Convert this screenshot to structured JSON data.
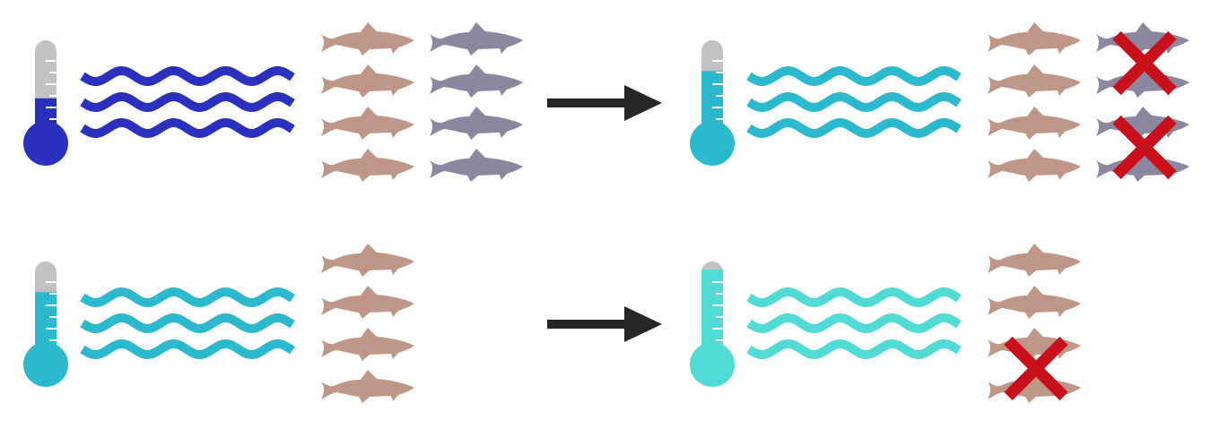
{
  "colors": {
    "background": "#ffffff",
    "thermo_empty": "#c2c2c2",
    "tick": "#ffffff",
    "arrow": "#262626",
    "x_mark": "#c8101b",
    "fish_species_a": "#c09786",
    "fish_species_b": "#8d86a0"
  },
  "icons": {
    "thermometer": "thermometer-icon",
    "water": "water-waves-icon",
    "fish": "fish-icon",
    "arrow": "arrow-right-icon",
    "cross": "red-x-mark"
  },
  "scenarios": [
    {
      "name": "two-species",
      "before": {
        "temperature_color": "#2a31bd",
        "temperature_level": 0.28,
        "water_color": "#2a31bd",
        "fish_columns": [
          {
            "species": "a",
            "count": 4,
            "crossed": []
          },
          {
            "species": "b",
            "count": 4,
            "crossed": []
          }
        ]
      },
      "after": {
        "temperature_color": "#2cb9cd",
        "temperature_level": 0.62,
        "water_color": "#2cb9cd",
        "fish_columns": [
          {
            "species": "a",
            "count": 4,
            "crossed": []
          },
          {
            "species": "b",
            "count": 4,
            "crossed": [
              [
                0,
                1
              ],
              [
                2,
                3
              ]
            ]
          }
        ]
      }
    },
    {
      "name": "one-species",
      "before": {
        "temperature_color": "#2cb9cd",
        "temperature_level": 0.62,
        "water_color": "#2cb9cd",
        "fish_columns": [
          {
            "species": "a",
            "count": 4,
            "crossed": []
          }
        ]
      },
      "after": {
        "temperature_color": "#52dbd6",
        "temperature_level": 0.9,
        "water_color": "#52dbd6",
        "fish_columns": [
          {
            "species": "a",
            "count": 4,
            "crossed": [
              [
                2,
                3
              ]
            ]
          }
        ]
      }
    }
  ]
}
